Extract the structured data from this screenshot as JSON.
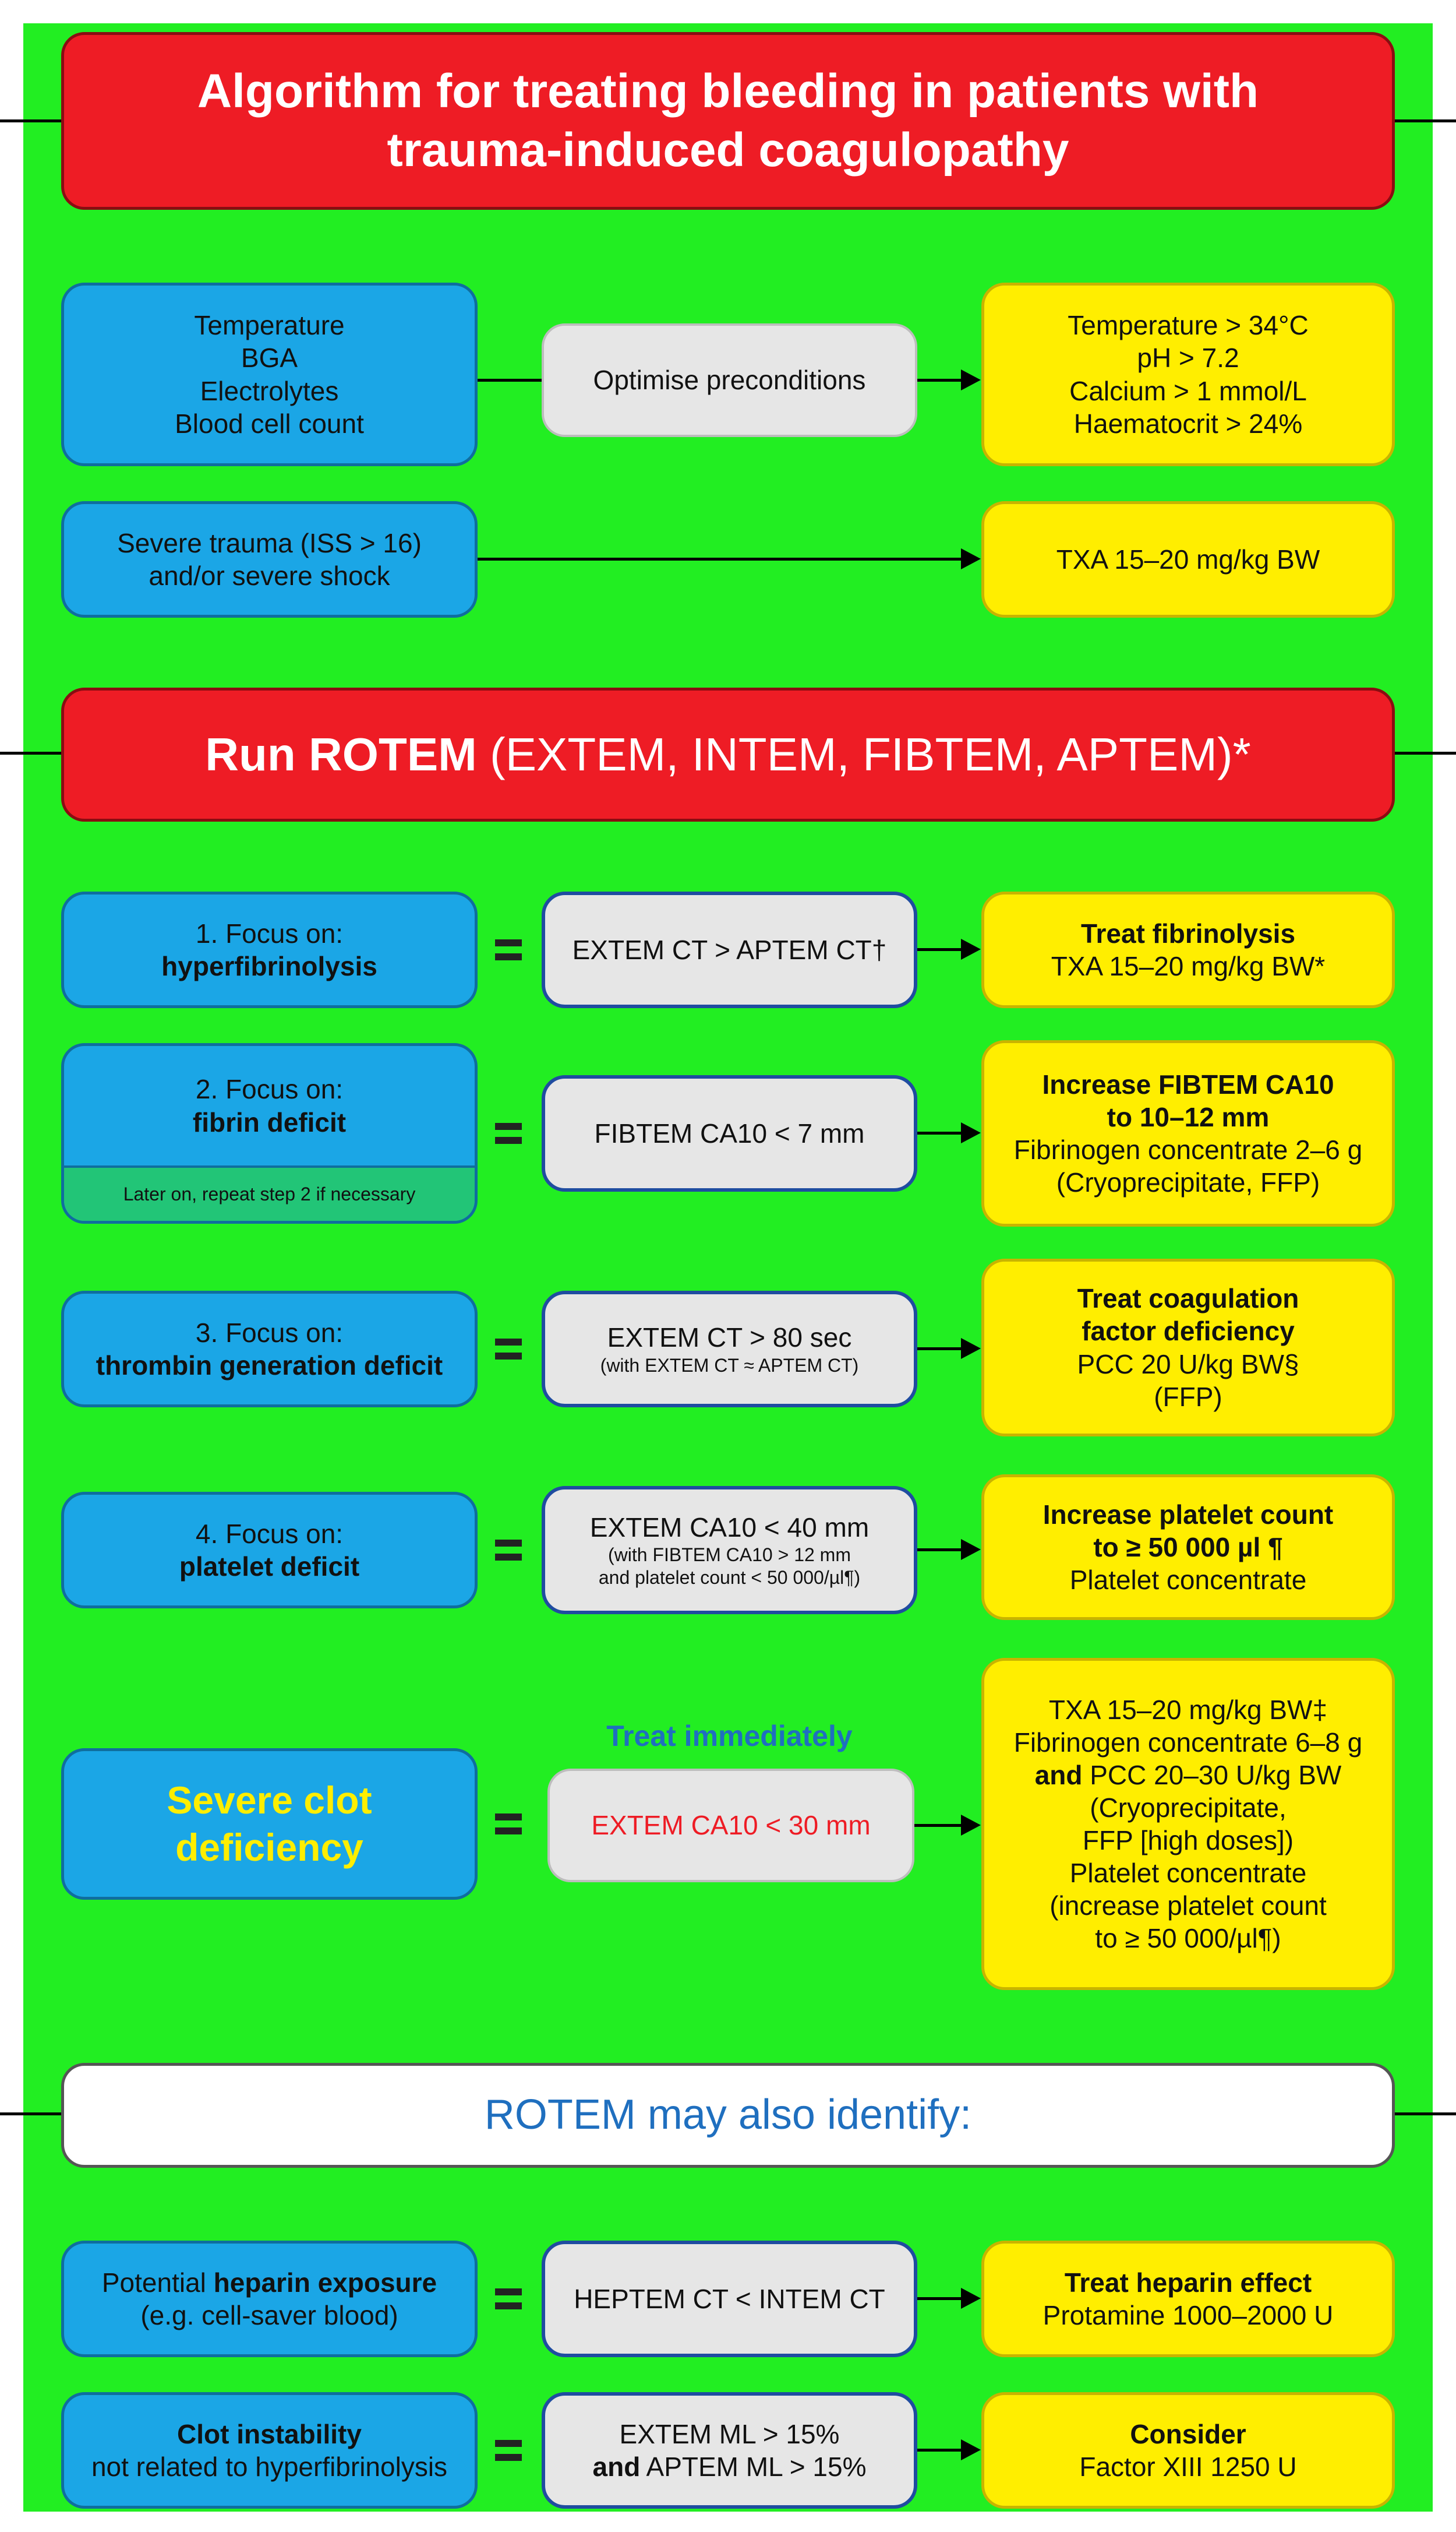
{
  "title": {
    "line1": "Algorithm for treating bleeding in patients with",
    "line2": "trauma-induced coagulopathy"
  },
  "pre": {
    "checks": [
      "Temperature",
      "BGA",
      "Electrolytes",
      "Blood cell count"
    ],
    "action": "Optimise preconditions",
    "targets": [
      "Temperature > 34°C",
      "pH > 7.2",
      "Calcium > 1 mmol/L",
      "Haematocrit > 24%"
    ]
  },
  "trauma": {
    "line1": "Severe trauma (ISS > 16)",
    "line2": "and/or severe shock",
    "treatment": "TXA 15–20 mg/kg BW"
  },
  "rotem_header": {
    "bold": "Run ROTEM",
    "rest": " (EXTEM, INTEM, FIBTEM, APTEM)*"
  },
  "steps": [
    {
      "focus": "1. Focus on:",
      "focus_bold": "hyperfibrinolysis",
      "test": "EXTEM CT > APTEM CT†",
      "test_note": "",
      "treat_bold": "Treat fibrinolysis",
      "treat": "TXA 15–20 mg/kg BW*"
    },
    {
      "focus": "2. Focus on:",
      "focus_bold": "fibrin deficit",
      "focus_note": "Later on, repeat step 2 if necessary",
      "test": "FIBTEM CA10 < 7 mm",
      "test_note": "",
      "treat_bold1": "Increase FIBTEM CA10",
      "treat_bold2": "to 10–12 mm",
      "treat1": "Fibrinogen concentrate 2–6 g",
      "treat2": "(Cryoprecipitate, FFP)"
    },
    {
      "focus": "3. Focus on:",
      "focus_bold": "thrombin generation deficit",
      "test": "EXTEM CT > 80 sec",
      "test_note": "(with EXTEM CT ≈ APTEM CT)",
      "treat_bold1": "Treat coagulation",
      "treat_bold2": "factor deficiency",
      "treat1": "PCC 20 U/kg BW§",
      "treat2": "(FFP)"
    },
    {
      "focus": "4. Focus on:",
      "focus_bold": "platelet deficit",
      "test": "EXTEM CA10 < 40 mm",
      "test_note1": "(with FIBTEM CA10 > 12 mm",
      "test_note2": "and platelet count < 50 000/µl¶)",
      "treat_bold1": "Increase platelet count",
      "treat_bold2": "to ≥ 50 000 µl ¶",
      "treat1": "Platelet concentrate"
    }
  ],
  "severe": {
    "label1": "Severe clot",
    "label2": "deficiency",
    "urgency": "Treat immediately",
    "test": "EXTEM CA10 < 30 mm",
    "treat": [
      "TXA 15–20 mg/kg BW‡",
      "Fibrinogen concentrate 6–8 g"
    ],
    "treat_and": "and",
    "treat_pcc": " PCC 20–30 U/kg BW",
    "treat_more": [
      "(Cryoprecipitate,",
      "FFP [high doses])",
      "Platelet concentrate",
      "(increase platelet count",
      "to ≥ 50 000/µl¶)"
    ]
  },
  "also": {
    "header": "ROTEM may also identify:"
  },
  "heparin": {
    "pre": "Potential ",
    "bold": "heparin exposure",
    "sub": "(e.g. cell-saver blood)",
    "test": "HEPTEM CT < INTEM CT",
    "treat_bold": "Treat heparin effect",
    "treat": "Protamine 1000–2000 U"
  },
  "clot": {
    "bold": "Clot instability",
    "sub": "not related to hyperfibrinolysis",
    "test1": "EXTEM ML > 15%",
    "test2_bold": "and",
    "test2": " APTEM ML > 15%",
    "treat_bold": "Consider",
    "treat": "Factor XIII 1250 U"
  },
  "colors": {
    "panel": "#22ee22",
    "red": "#ee1c25",
    "blue": "#1ba6e6",
    "yellow": "#ffee00",
    "gray": "#e6e6e6",
    "urgent": "#1f6fbf",
    "warn": "#ee1c25",
    "accent_text": "#ffee00"
  }
}
